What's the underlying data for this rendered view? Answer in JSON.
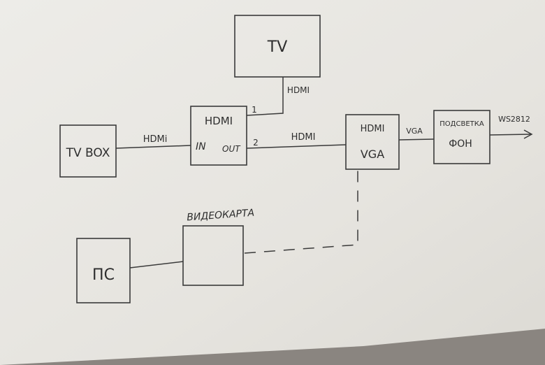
{
  "nodes": {
    "tv": {
      "label": "TV"
    },
    "tvbox": {
      "label": "TV BOX"
    },
    "splitter": {
      "label_top": "HDMI",
      "label_in": "IN",
      "label_out": "OUT"
    },
    "converter": {
      "label_top": "HDMI",
      "label_bottom": "VGA"
    },
    "backlight": {
      "label_top": "ПОДСВЕТКА",
      "label_bottom": "ФОН"
    },
    "gpu": {
      "label": "ВИДЕОКАРТА"
    },
    "pc": {
      "label": "ПС"
    }
  },
  "edges": {
    "tvbox_splitter": "HDMi",
    "splitter_tv": "HDMI",
    "splitter_converter": "HDMI",
    "converter_backlight": "VGA",
    "backlight_out": "WS2812"
  },
  "ports": {
    "out1": "1",
    "out2": "2"
  },
  "colors": {
    "paper": "#e9e8e4",
    "ink": "#3a3a3a"
  }
}
